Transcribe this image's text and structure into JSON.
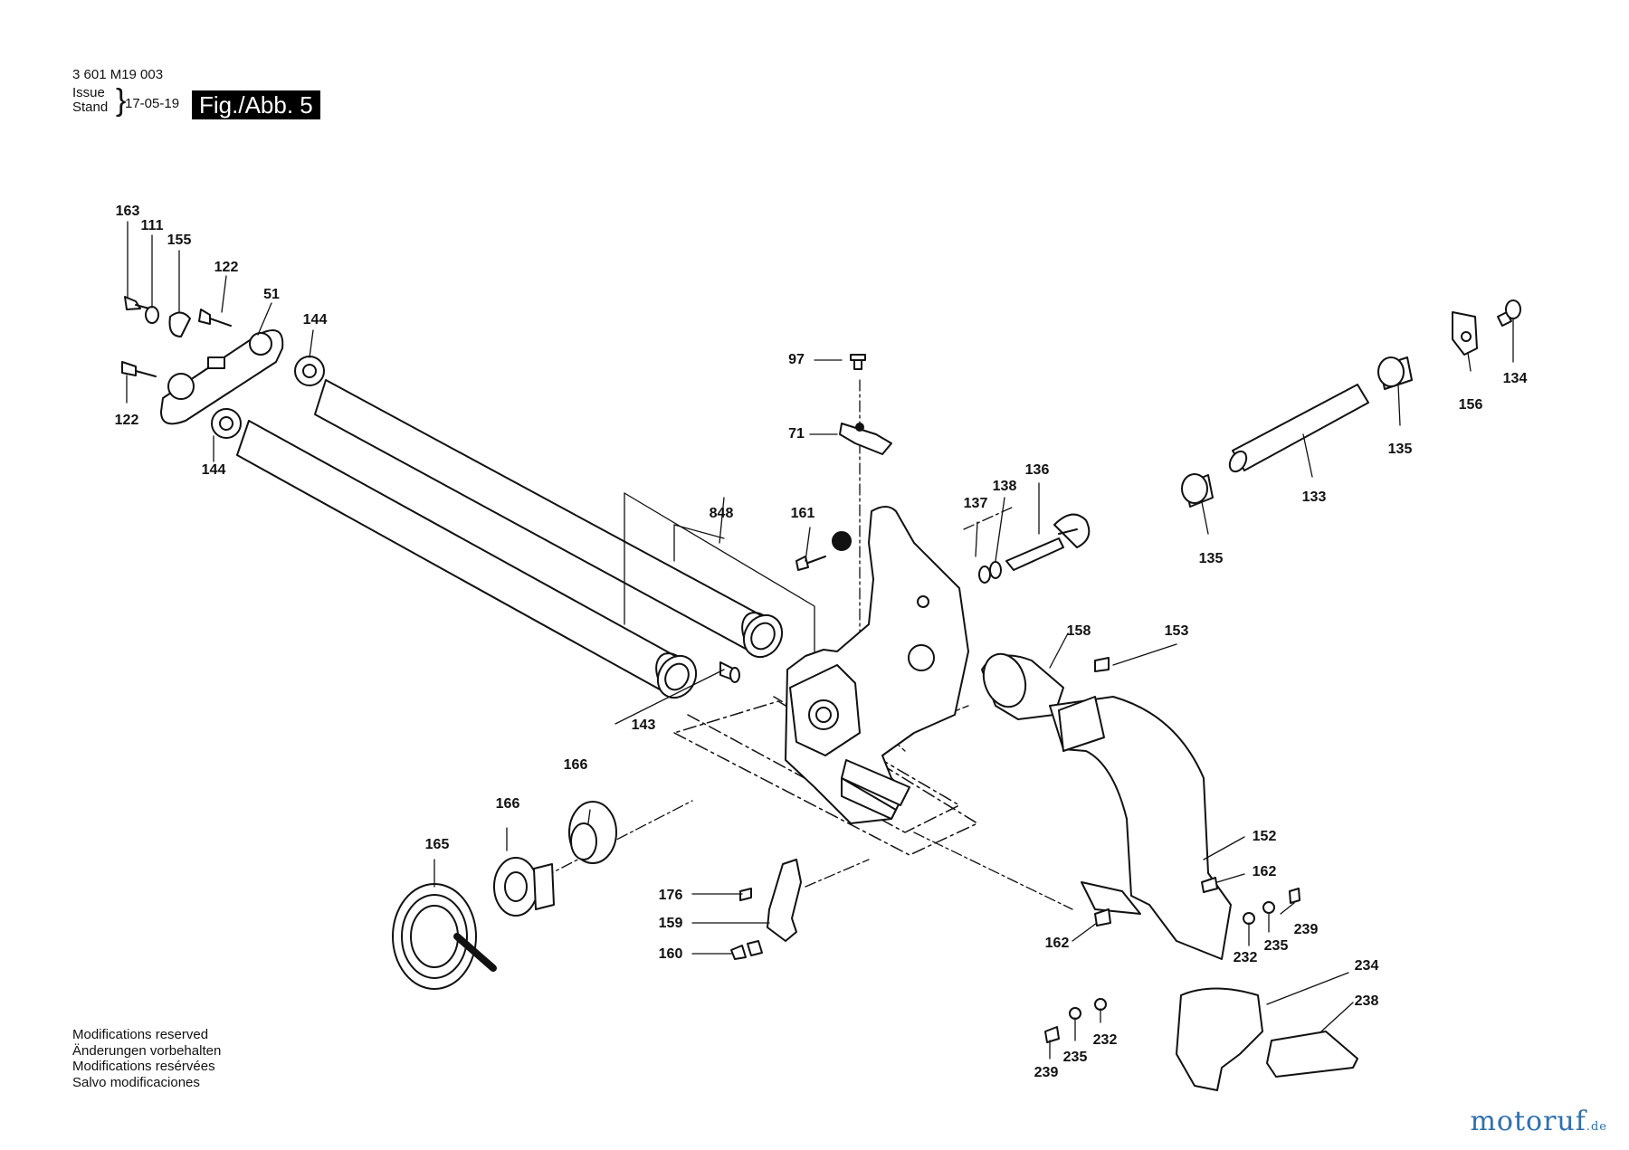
{
  "header": {
    "doc_number": "3 601 M19 003",
    "issue_label": "Issue",
    "stand_label": "Stand",
    "date": "17-05-19",
    "figure_tag": "Fig./Abb. 5"
  },
  "footer": {
    "notes": [
      "Modifications reserved",
      "Änderungen vorbehalten",
      "Modifications resérvées",
      "Salvo modificaciones"
    ],
    "brand_main": "motoruf",
    "brand_tld": ".de"
  },
  "parts": [
    {
      "id": "p163",
      "label": "163"
    },
    {
      "id": "p111",
      "label": "111"
    },
    {
      "id": "p155",
      "label": "155"
    },
    {
      "id": "p122a",
      "label": "122"
    },
    {
      "id": "p51",
      "label": "51"
    },
    {
      "id": "p144a",
      "label": "144"
    },
    {
      "id": "p122b",
      "label": "122"
    },
    {
      "id": "p144b",
      "label": "144"
    },
    {
      "id": "p97",
      "label": "97"
    },
    {
      "id": "p71",
      "label": "71"
    },
    {
      "id": "p848",
      "label": "848"
    },
    {
      "id": "p161",
      "label": "161"
    },
    {
      "id": "p137",
      "label": "137"
    },
    {
      "id": "p138",
      "label": "138"
    },
    {
      "id": "p136",
      "label": "136"
    },
    {
      "id": "p143",
      "label": "143"
    },
    {
      "id": "p166a",
      "label": "166"
    },
    {
      "id": "p166b",
      "label": "166"
    },
    {
      "id": "p165",
      "label": "165"
    },
    {
      "id": "p176",
      "label": "176"
    },
    {
      "id": "p159",
      "label": "159"
    },
    {
      "id": "p160",
      "label": "160"
    },
    {
      "id": "p158",
      "label": "158"
    },
    {
      "id": "p153",
      "label": "153"
    },
    {
      "id": "p152",
      "label": "152"
    },
    {
      "id": "p162a",
      "label": "162"
    },
    {
      "id": "p162b",
      "label": "162"
    },
    {
      "id": "p239a",
      "label": "239"
    },
    {
      "id": "p235a",
      "label": "235"
    },
    {
      "id": "p232a",
      "label": "232"
    },
    {
      "id": "p234",
      "label": "234"
    },
    {
      "id": "p238",
      "label": "238"
    },
    {
      "id": "p239b",
      "label": "239"
    },
    {
      "id": "p235b",
      "label": "235"
    },
    {
      "id": "p232b",
      "label": "232"
    },
    {
      "id": "p156",
      "label": "156"
    },
    {
      "id": "p134",
      "label": "134"
    },
    {
      "id": "p135a",
      "label": "135"
    },
    {
      "id": "p133",
      "label": "133"
    },
    {
      "id": "p135b",
      "label": "135"
    }
  ]
}
